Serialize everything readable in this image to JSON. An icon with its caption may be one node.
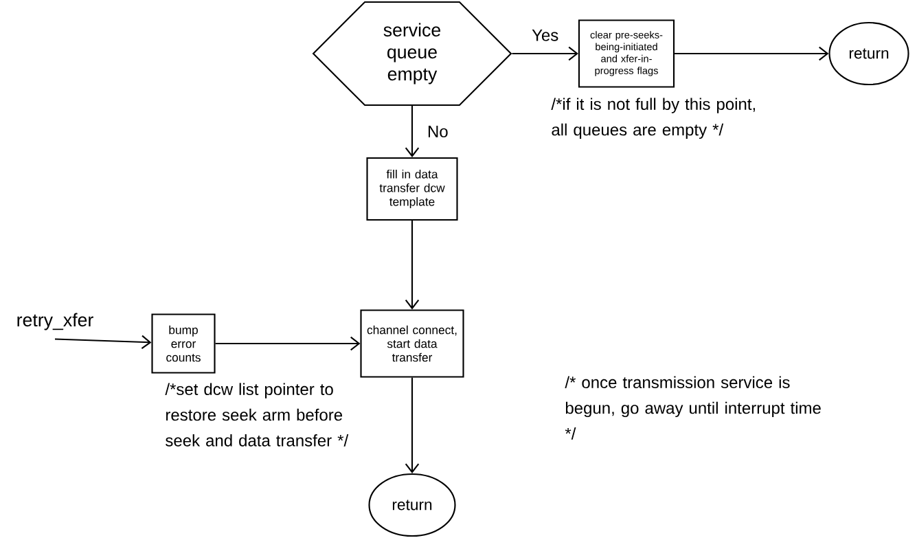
{
  "diagram": {
    "nodes": [
      {
        "text": [
          "service queue empty"
        ]
      },
      {
        "text": [
          "clear pre-seeks-being-initiated and xfer-in-progress flags"
        ],
        "beside": [
          "/*if it is not full by this point, all queues are empty */"
        ]
      },
      {
        "text": [
          "return"
        ]
      },
      {
        "text": [
          "fill in data transfer dcw template"
        ]
      },
      {
        "text": [
          "retry_xfer"
        ]
      },
      {
        "text": [
          "bump error counts"
        ],
        "beside": [
          "/*set dcw list pointer to restore seek arm before seek and data transfer */"
        ]
      },
      {
        "text": [
          "channel connect, start data transfer"
        ]
      },
      {
        "text": [
          "return"
        ]
      }
    ],
    "edges": [
      {
        "from": 0,
        "to": 1,
        "arrow": "to",
        "label": "Yes"
      },
      {
        "from": 1,
        "to": 2,
        "arrow": "to"
      },
      {
        "from": 0,
        "to": 3,
        "arrow": "to",
        "label": "No"
      },
      {
        "from": 3,
        "to": 6,
        "arrow": "to"
      },
      {
        "from": 4,
        "to": 5,
        "arrow": "to"
      },
      {
        "from": 5,
        "to": 6,
        "arrow": "to"
      },
      {
        "from": 6,
        "to": 7,
        "arrow": "to"
      }
    ],
    "labels": [
      "/* once transmission service is begun, go away until interrupt time */"
    ]
  }
}
